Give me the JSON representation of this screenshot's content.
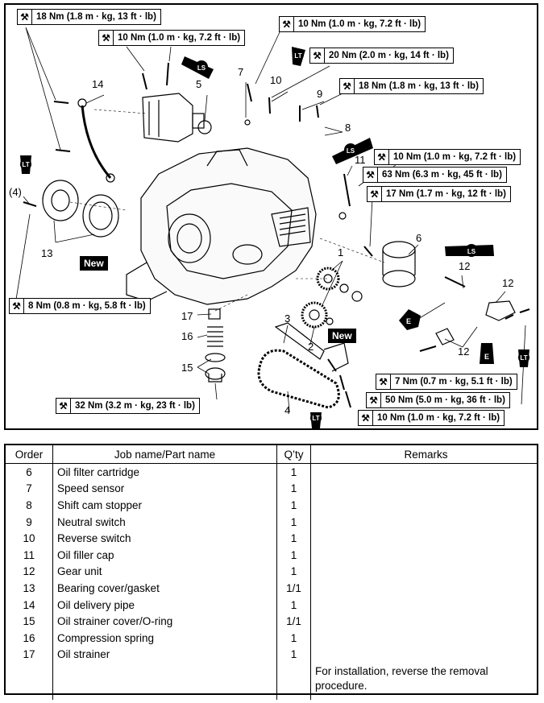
{
  "torque_labels": [
    {
      "text": "18 Nm (1.8 m · kg, 13 ft · lb)"
    },
    {
      "text": "10 Nm (1.0 m · kg, 7.2 ft · lb)"
    },
    {
      "text": "10 Nm (1.0 m · kg, 7.2 ft · lb)"
    },
    {
      "text": "20 Nm (2.0 m · kg, 14 ft · lb)"
    },
    {
      "text": "18 Nm (1.8 m · kg, 13 ft · lb)"
    },
    {
      "text": "10 Nm (1.0 m · kg, 7.2 ft · lb)"
    },
    {
      "text": "63 Nm (6.3 m · kg, 45 ft · lb)"
    },
    {
      "text": "17 Nm (1.7 m · kg, 12 ft · lb)"
    },
    {
      "text": "8 Nm (0.8 m · kg, 5.8 ft · lb)"
    },
    {
      "text": "7 Nm (0.7 m · kg, 5.1 ft · lb)"
    },
    {
      "text": "50 Nm (5.0 m · kg, 36 ft · lb)"
    },
    {
      "text": "32 Nm (3.2 m · kg, 23 ft · lb)"
    },
    {
      "text": "10 Nm (1.0 m · kg, 7.2 ft · lb)"
    }
  ],
  "callouts": [
    "14",
    "5",
    "7",
    "10",
    "9",
    "8",
    "11",
    "6",
    "1",
    "12",
    "12",
    "12",
    "13",
    "(4)",
    "17",
    "16",
    "15",
    "3",
    "2",
    "4"
  ],
  "new_badges": [
    "New",
    "New"
  ],
  "symbol_labels": {
    "lt": "LT",
    "ls": "LS",
    "e": "E"
  },
  "table": {
    "headers": {
      "order": "Order",
      "name": "Job name/Part name",
      "qty": "Q’ty",
      "remarks": "Remarks"
    },
    "rows": [
      {
        "order": "6",
        "name": "Oil filter cartridge",
        "qty": "1"
      },
      {
        "order": "7",
        "name": "Speed sensor",
        "qty": "1"
      },
      {
        "order": "8",
        "name": "Shift cam stopper",
        "qty": "1"
      },
      {
        "order": "9",
        "name": "Neutral switch",
        "qty": "1"
      },
      {
        "order": "10",
        "name": "Reverse switch",
        "qty": "1"
      },
      {
        "order": "11",
        "name": "Oil filler cap",
        "qty": "1"
      },
      {
        "order": "12",
        "name": "Gear unit",
        "qty": "1"
      },
      {
        "order": "13",
        "name": "Bearing cover/gasket",
        "qty": "1/1"
      },
      {
        "order": "14",
        "name": "Oil delivery pipe",
        "qty": "1"
      },
      {
        "order": "15",
        "name": "Oil strainer cover/O-ring",
        "qty": "1/1"
      },
      {
        "order": "16",
        "name": "Compression spring",
        "qty": "1"
      },
      {
        "order": "17",
        "name": "Oil strainer",
        "qty": "1"
      }
    ],
    "remark_line_1": "For installation, reverse the removal",
    "remark_line_2": "procedure."
  }
}
